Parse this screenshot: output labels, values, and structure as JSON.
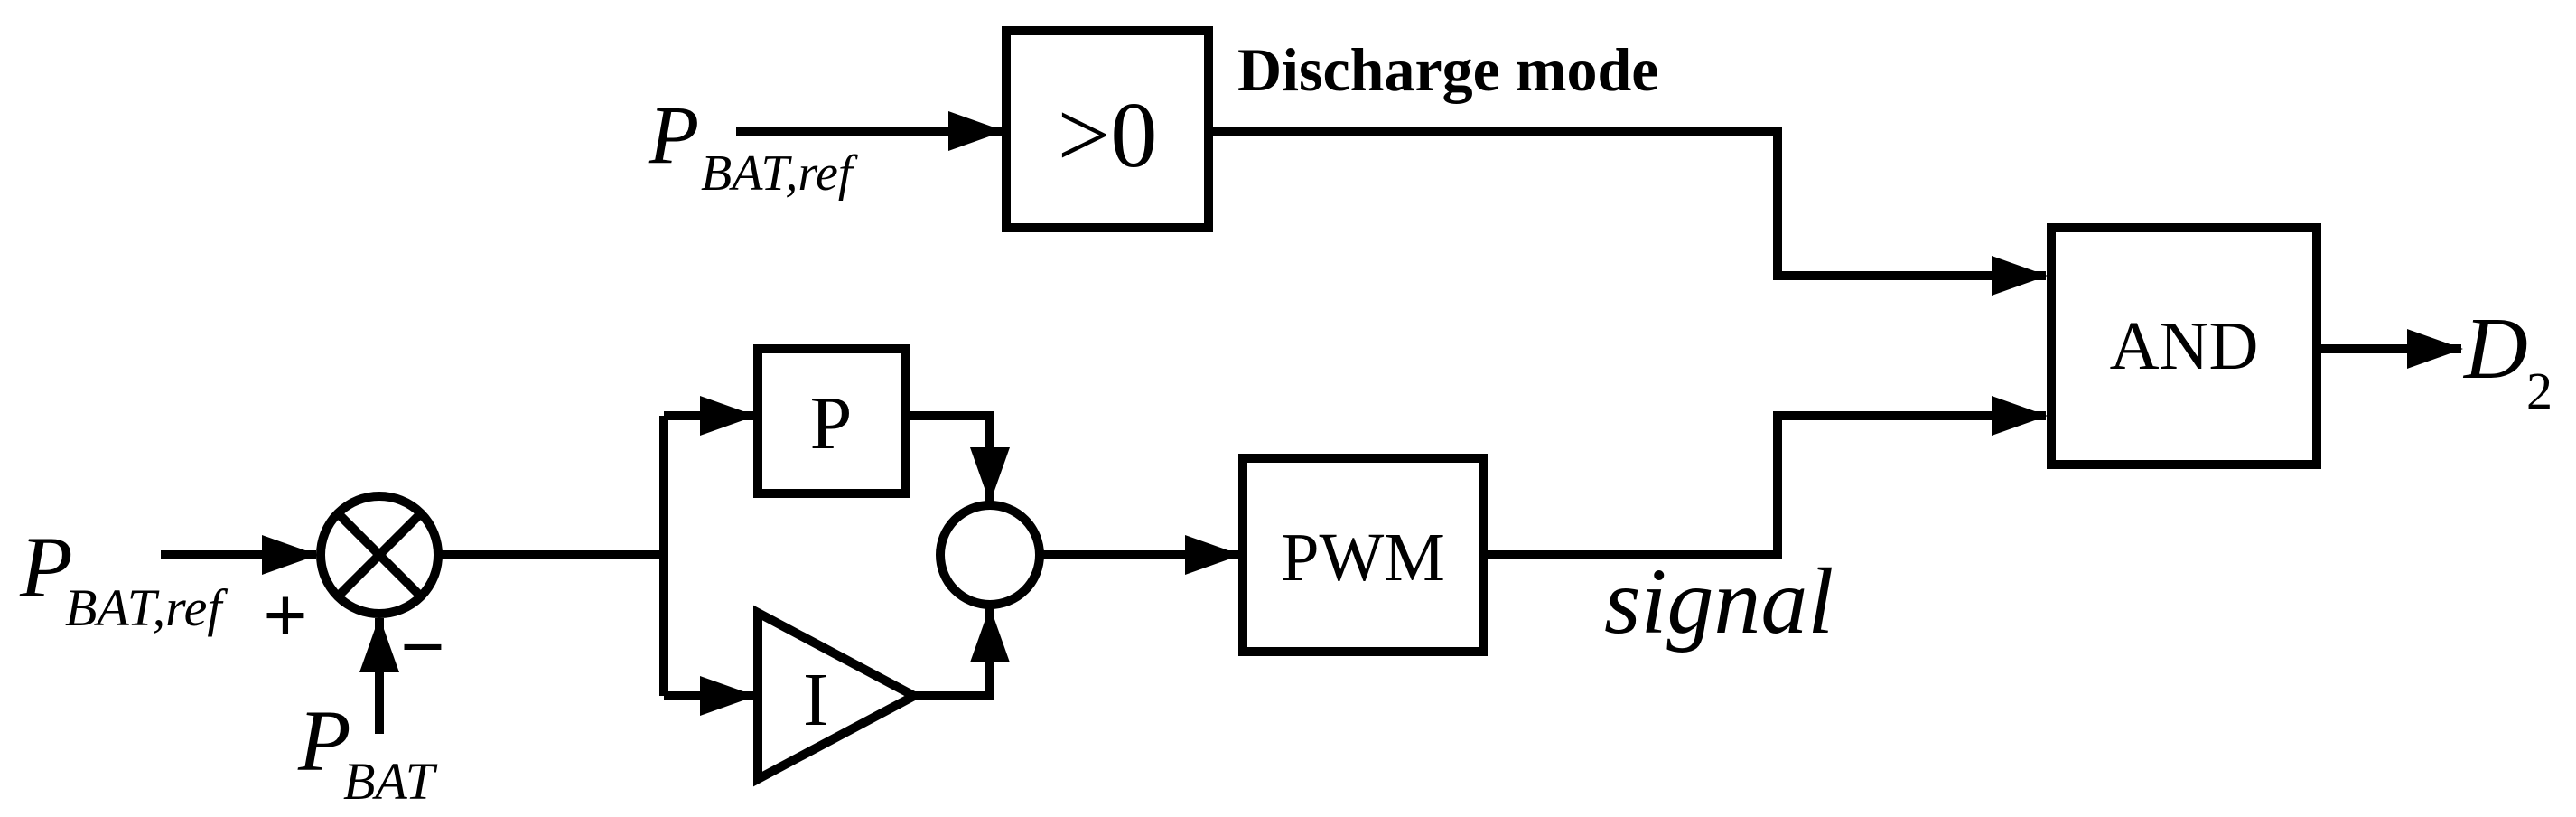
{
  "colors": {
    "stroke": "#000000",
    "background": "#ffffff"
  },
  "blocks": {
    "comparator": ">0",
    "and_gate": "AND",
    "proportional": "P",
    "integral": "I",
    "pwm": "PWM"
  },
  "signals": {
    "top_input": {
      "main": "P",
      "sub": "BAT,ref"
    },
    "bottom_input": {
      "main": "P",
      "sub": "BAT,ref"
    },
    "feedback": {
      "main": "P",
      "sub": "BAT"
    },
    "output": {
      "main": "D",
      "sub": "2"
    },
    "discharge_label": "Discharge mode",
    "pwm_label": "signal",
    "plus_sign": "+",
    "minus_sign": "−"
  }
}
